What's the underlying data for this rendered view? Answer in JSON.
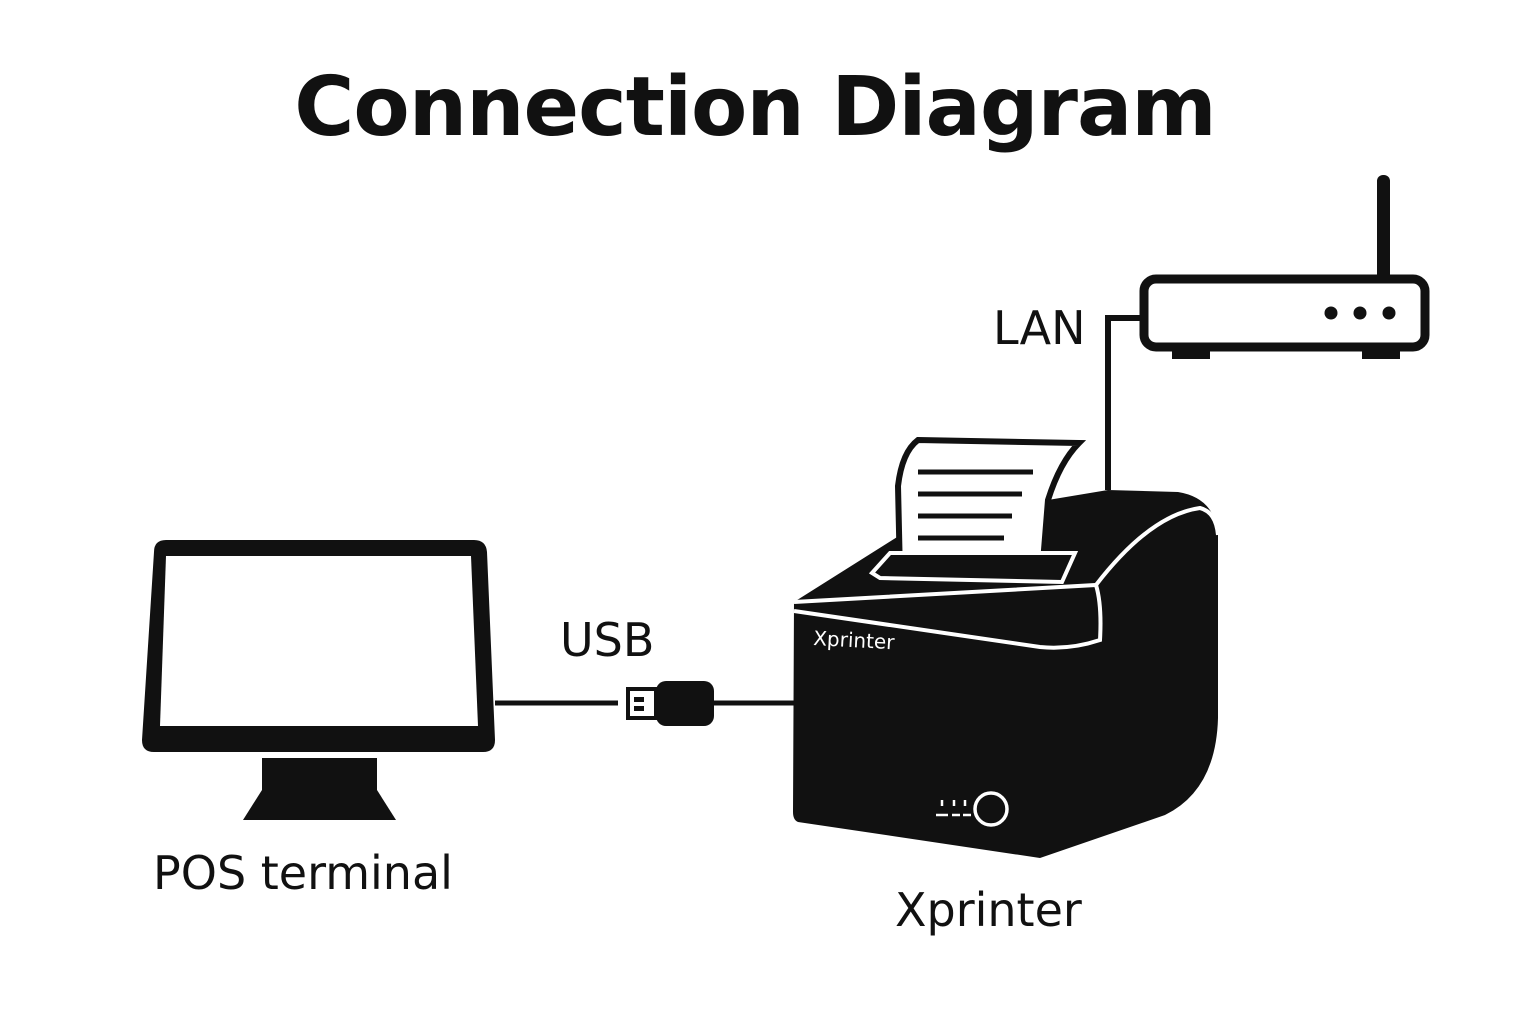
{
  "title": "Connection Diagram",
  "labels": {
    "lan": "LAN",
    "usb": "USB",
    "pos_terminal": "POS terminal",
    "printer": "Xprinter"
  },
  "printer": {
    "brand": "Xprinter"
  },
  "icons": {
    "router": "router-icon",
    "monitor": "monitor-icon",
    "printer": "receipt-printer-icon",
    "usb_plug": "usb-plug-icon"
  },
  "colors": {
    "ink": "#111111",
    "background": "#ffffff"
  }
}
